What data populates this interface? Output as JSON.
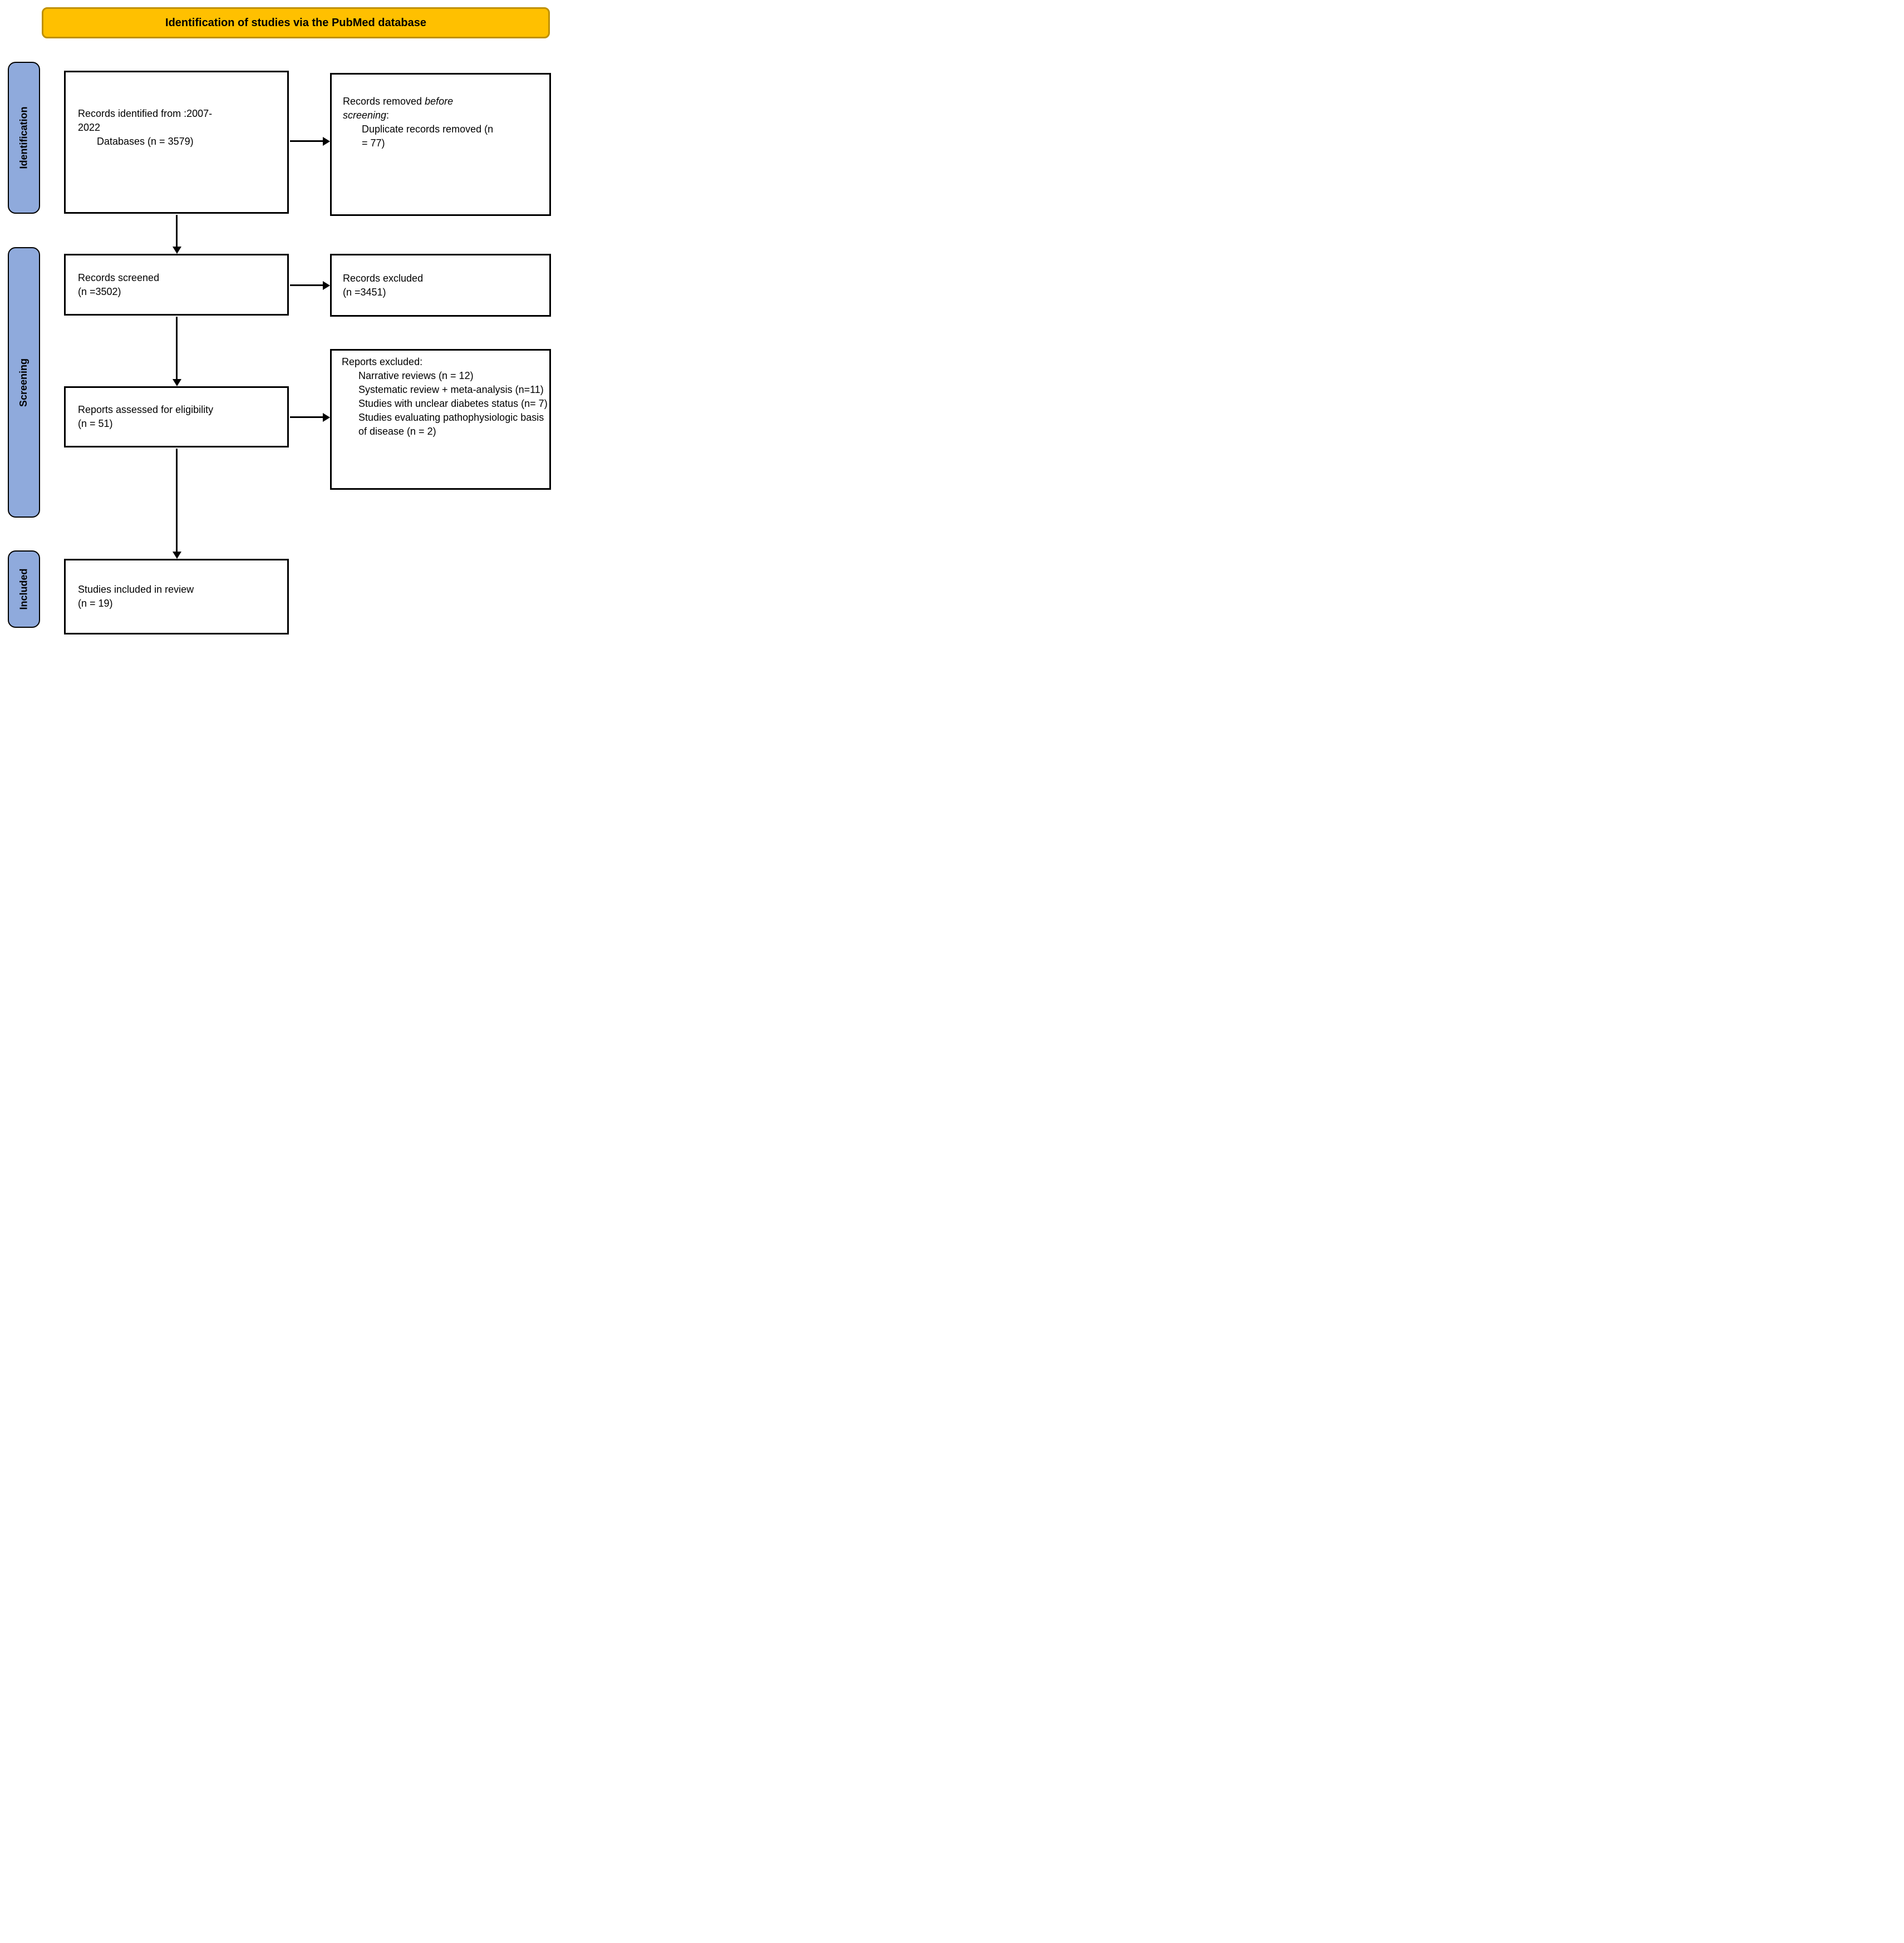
{
  "banner": {
    "text": "Identification of studies via the PubMed database",
    "bg": "#FFC000",
    "border": "#BF9000"
  },
  "stages": [
    {
      "label": "Identification"
    },
    {
      "label": "Screening"
    },
    {
      "label": "Included"
    }
  ],
  "colors": {
    "stage_fill": "#8FAADC",
    "stage_border": "#000000",
    "box_border": "#000000",
    "arrow": "#000000",
    "text": "#000000"
  },
  "boxes": {
    "identified": {
      "lines": [
        {
          "text": "Records identified from :2007-"
        },
        {
          "text": "2022"
        },
        {
          "text": "Databases (n = 3579)",
          "indent": true
        }
      ]
    },
    "removed": {
      "lines": [
        {
          "segments": [
            {
              "text": "Records removed "
            },
            {
              "text": "before",
              "italic": true
            }
          ]
        },
        {
          "segments": [
            {
              "text": "screening",
              "italic": true
            },
            {
              "text": ":"
            }
          ]
        },
        {
          "text": "Duplicate records removed (n",
          "indent": true
        },
        {
          "text": "= 77)",
          "indent": true
        }
      ]
    },
    "screened": {
      "lines": [
        {
          "text": "Records screened"
        },
        {
          "text": "(n =3502)"
        }
      ]
    },
    "excluded": {
      "lines": [
        {
          "text": "Records excluded"
        },
        {
          "text": "(n =3451)"
        }
      ]
    },
    "assessed": {
      "lines": [
        {
          "text": "Reports assessed for eligibility"
        },
        {
          "text": "(n = 51)"
        }
      ]
    },
    "reports_excluded": {
      "lines": [
        {
          "text": "Reports excluded:"
        },
        {
          "text": "Narrative reviews (n = 12)",
          "indent": true
        },
        {
          "text": "Systematic review + meta-analysis (n=11)",
          "indent": true
        },
        {
          "text": "Studies with unclear diabetes status (n= 7)",
          "indent": true
        },
        {
          "text": "Studies evaluating pathophysiologic basis",
          "indent": true
        },
        {
          "text": "of disease (n = 2)",
          "indent": true
        }
      ]
    },
    "included": {
      "lines": [
        {
          "text": "Studies included in review"
        },
        {
          "text": "(n = 19)"
        }
      ]
    }
  }
}
